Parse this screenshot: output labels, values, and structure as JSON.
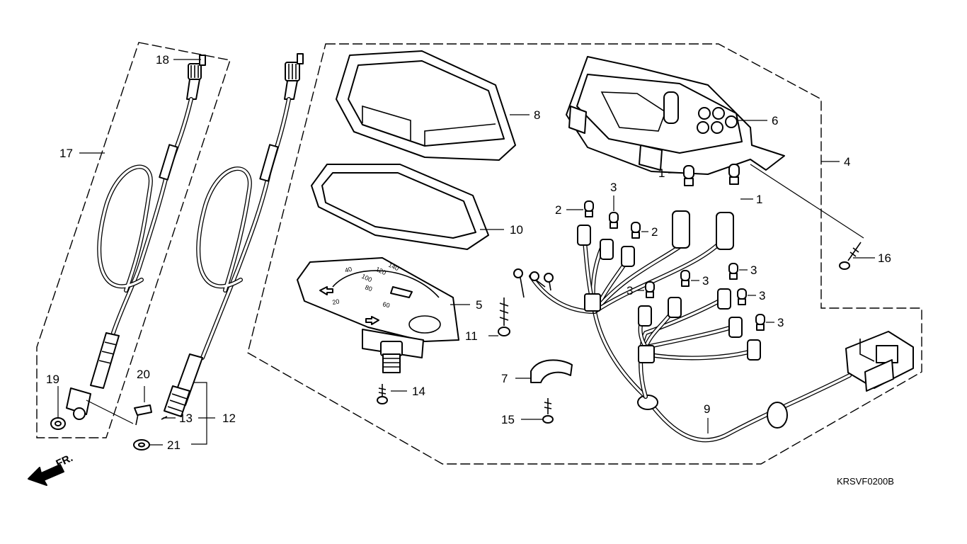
{
  "diagram": {
    "code": "KRSVF0200B",
    "direction_label": "FR.",
    "callouts": {
      "c1a": "1",
      "c1b": "1",
      "c2a": "2",
      "c2b": "2",
      "c3a": "3",
      "c3b": "3",
      "c3c": "3",
      "c3d": "3",
      "c3e": "3",
      "c3f": "3",
      "c4": "4",
      "c5": "5",
      "c6": "6",
      "c7": "7",
      "c8": "8",
      "c9": "9",
      "c10": "10",
      "c11": "11",
      "c12": "12",
      "c13": "13",
      "c14": "14",
      "c15": "15",
      "c16": "16",
      "c17": "17",
      "c18": "18",
      "c19": "19",
      "c20": "20",
      "c21": "21"
    },
    "dial_marks": [
      "20",
      "40",
      "60",
      "80",
      "100",
      "120",
      "140"
    ]
  }
}
